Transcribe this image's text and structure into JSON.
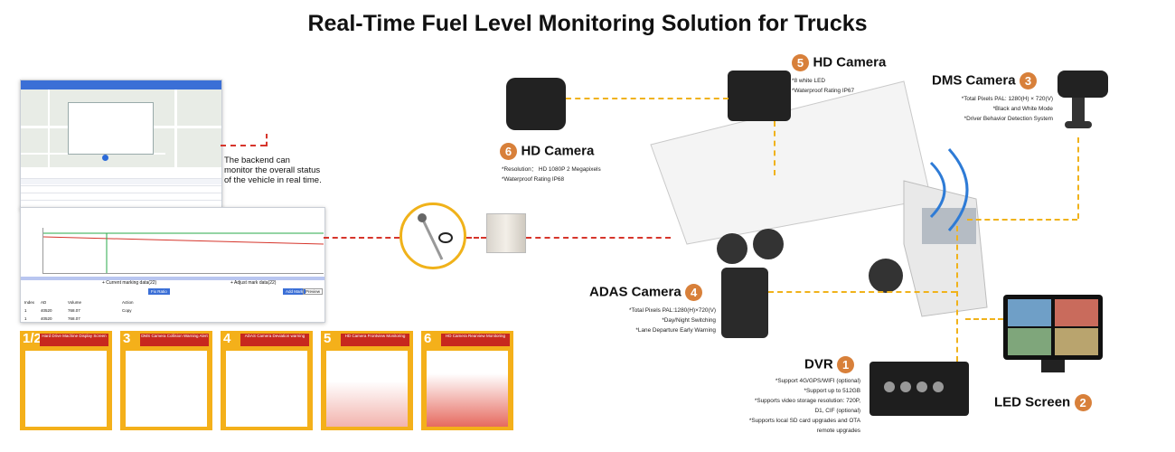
{
  "title": "Real-Time Fuel Level Monitoring Solution for Trucks",
  "backend_note": [
    "The backend can",
    "monitor the overall status",
    "of the vehicle in real time."
  ],
  "fuel_panel": {
    "current_marking": "+ Current marking data(22)",
    "adjust_marking": "+ Adjust mark data(22)",
    "fix_button": "Fix Ratio",
    "add_button": "Add Mark",
    "preview_button": "Preview",
    "columns": [
      "Index",
      "AD",
      "Volume",
      "Action"
    ],
    "rows": [
      [
        "1",
        "40520",
        "768.07",
        "Copy"
      ],
      [
        "1",
        "40520",
        "768.07",
        ""
      ]
    ]
  },
  "tiles": [
    {
      "num": "1/2",
      "caption": "Hard Drive Machine Display Screen"
    },
    {
      "num": "3",
      "caption": "DMS Camera Collision Warning Alert"
    },
    {
      "num": "4",
      "caption": "ADAS Camera Deviation warning"
    },
    {
      "num": "5",
      "caption": "HD Camera Frontview Monitoring"
    },
    {
      "num": "6",
      "caption": "HD Camera Rearview Monitoring"
    }
  ],
  "hd_camera_5": {
    "badge": "5",
    "label": "HD Camera",
    "specs": [
      "*8 white LED",
      "*Waterproof Rating IP67"
    ]
  },
  "hd_camera_6": {
    "badge": "6",
    "label": "HD Camera",
    "specs": [
      "*Resolution： HD 1080P 2 Megapixels",
      "*Waterproof Rating IP68"
    ]
  },
  "dms_camera": {
    "badge": "3",
    "label": "DMS Camera",
    "specs": [
      "*Total Pixels PAL: 1280(H) × 720(V)",
      "*Black and White Mode",
      "*Driver Behavior Detection System"
    ]
  },
  "adas_camera": {
    "badge": "4",
    "label": "ADAS Camera",
    "specs": [
      "*Total Pixels PAL:1280(H)×720(V)",
      "*Day/Night Switching",
      "*Lane Departure Early Warning"
    ]
  },
  "dvr": {
    "badge": "1",
    "label": "DVR",
    "specs": [
      "*Support 4G/GPS/WIFI (optional)",
      "*Support up to 512GB",
      "*Supports video storage resolution: 720P,",
      "D1, CIF (optional)",
      "*Supports local SD card upgrades and OTA",
      "remote upgrades"
    ]
  },
  "led_screen": {
    "badge": "2",
    "label": "LED Screen"
  },
  "colors": {
    "accent": "#f0b21a",
    "badge": "#d8803a",
    "red": "#d6352b",
    "tile": "#f4b01a"
  }
}
